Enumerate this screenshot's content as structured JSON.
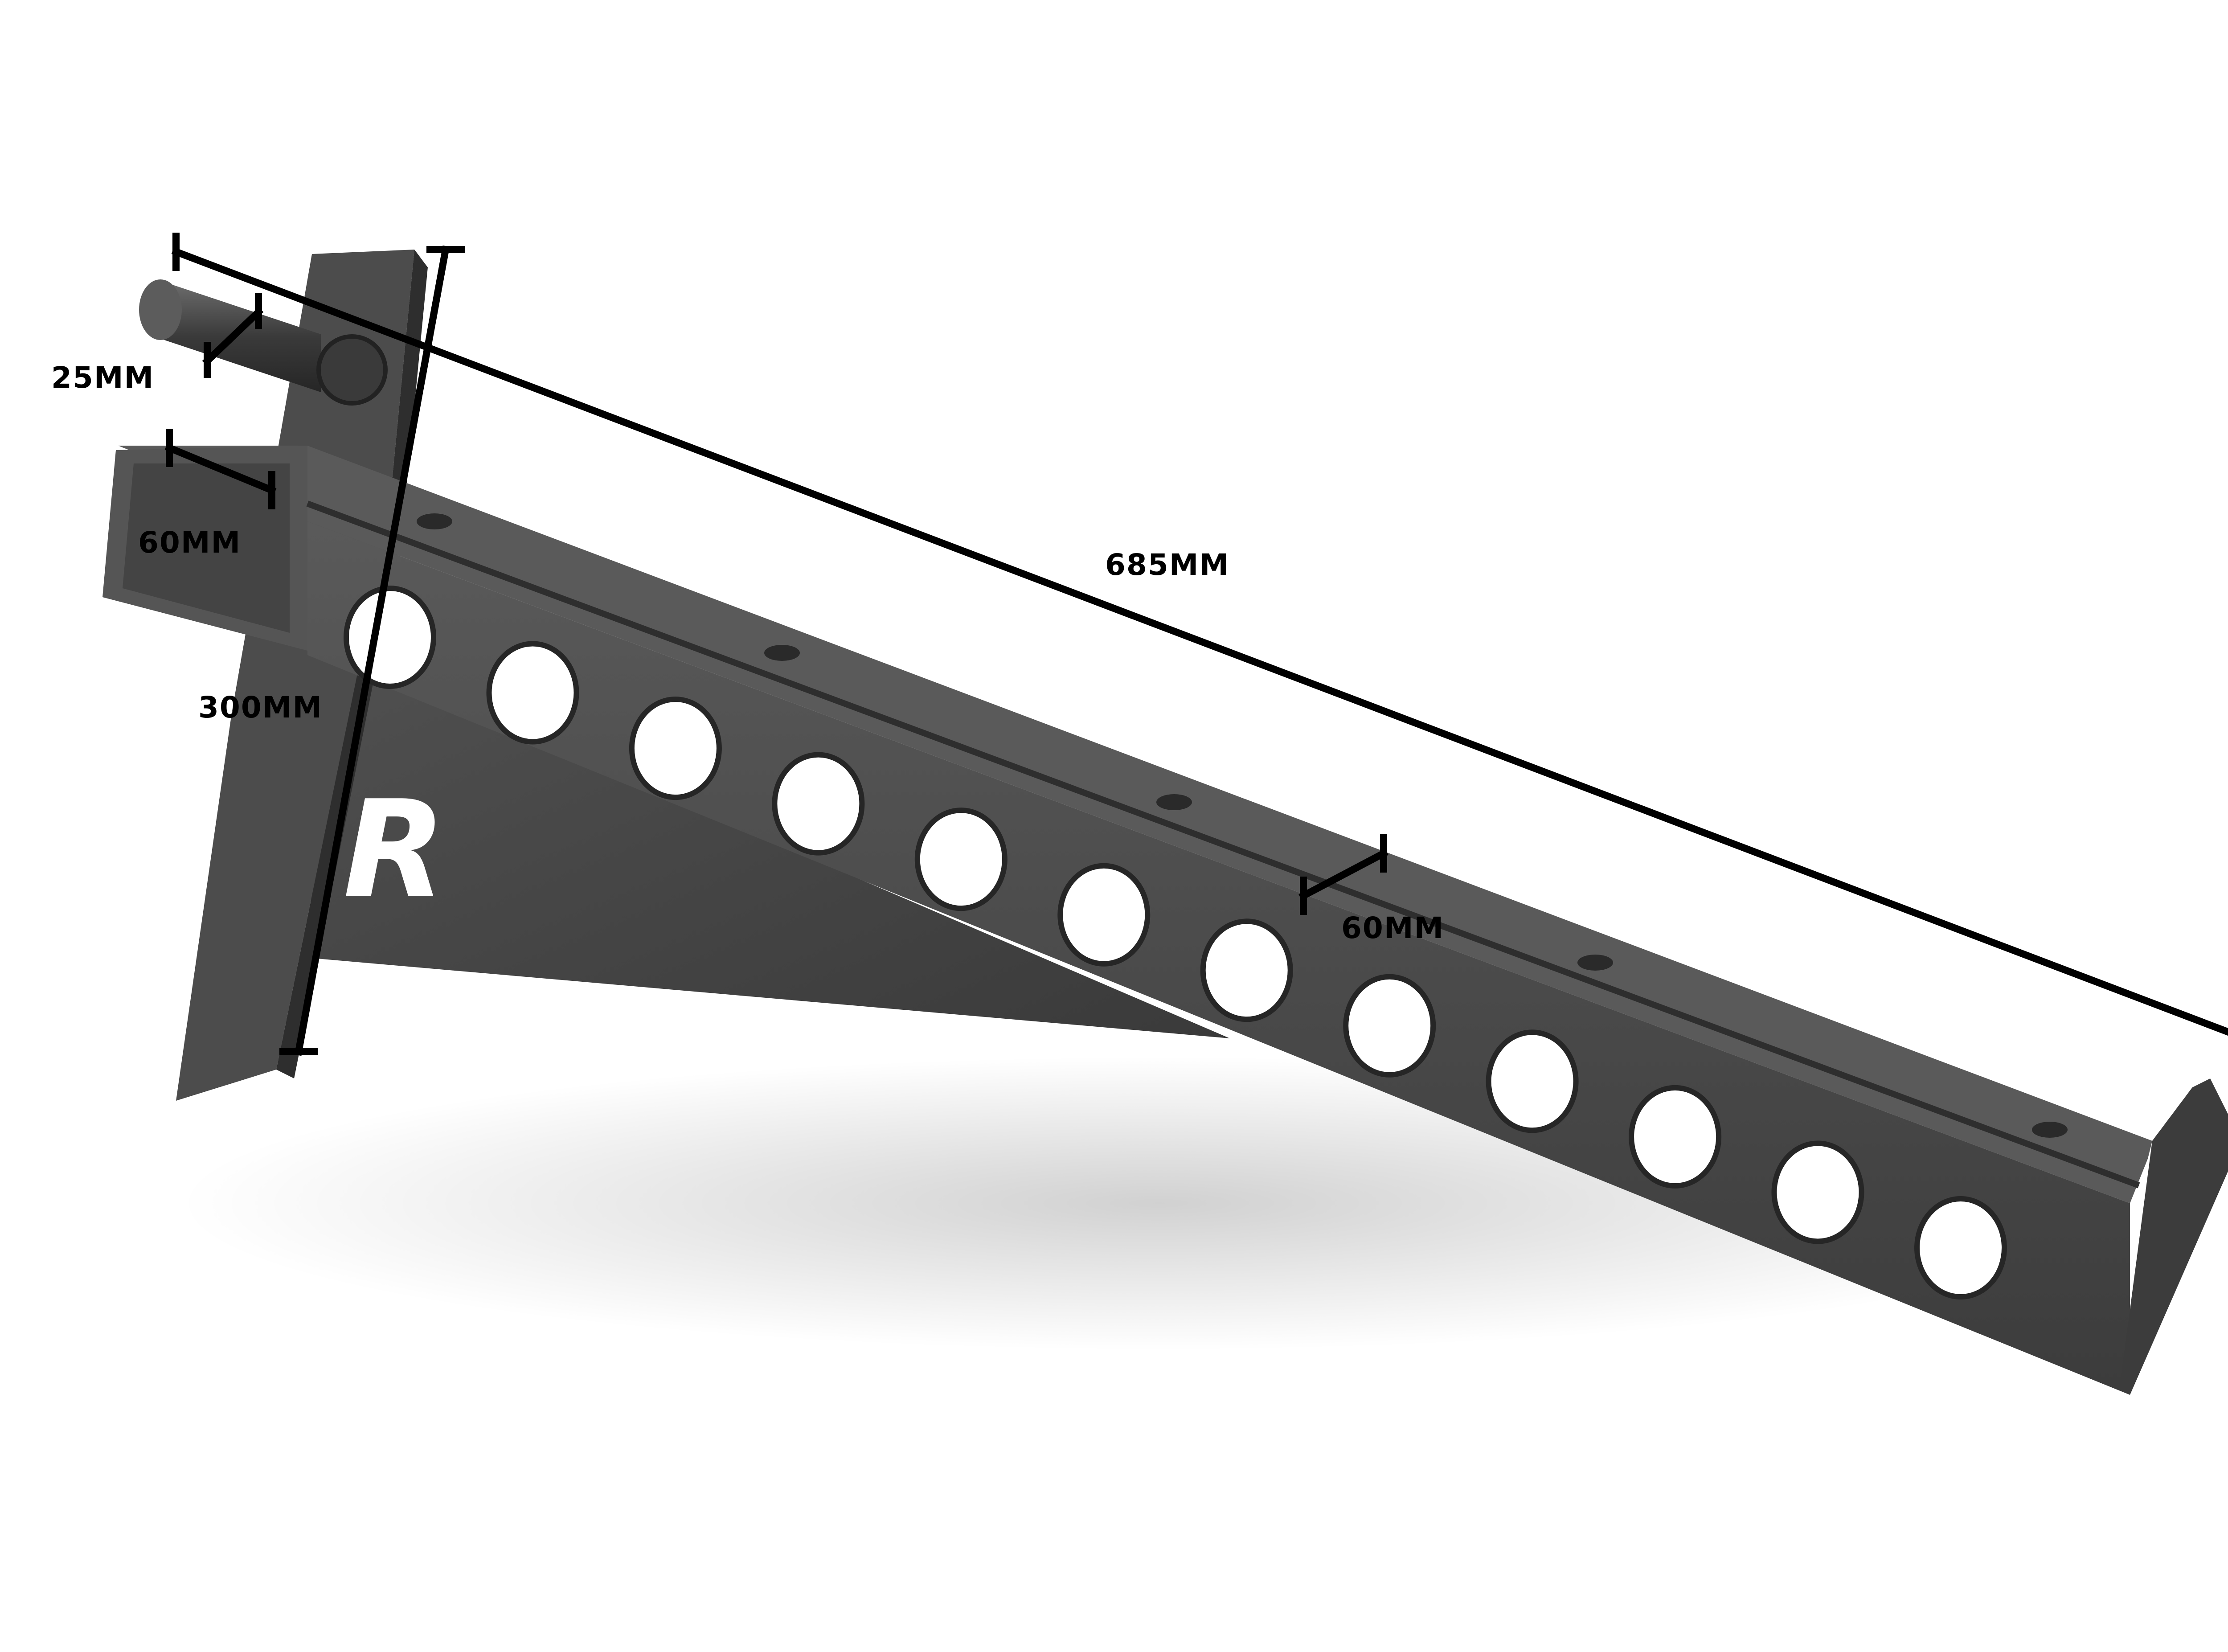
{
  "product": {
    "logo_text": "R"
  },
  "dimensions": {
    "pin_diameter": "25MM",
    "tube_width": "60MM",
    "plate_height": "300MM",
    "arm_length": "685MM",
    "hole_spacing": "60MM"
  },
  "colors": {
    "steel": "#4a4a4a",
    "steel_dark": "#2c2c2c",
    "steel_light": "#6a6a6a",
    "hole": "#ffffff",
    "dimension_line": "#000000",
    "background": "#ffffff"
  }
}
